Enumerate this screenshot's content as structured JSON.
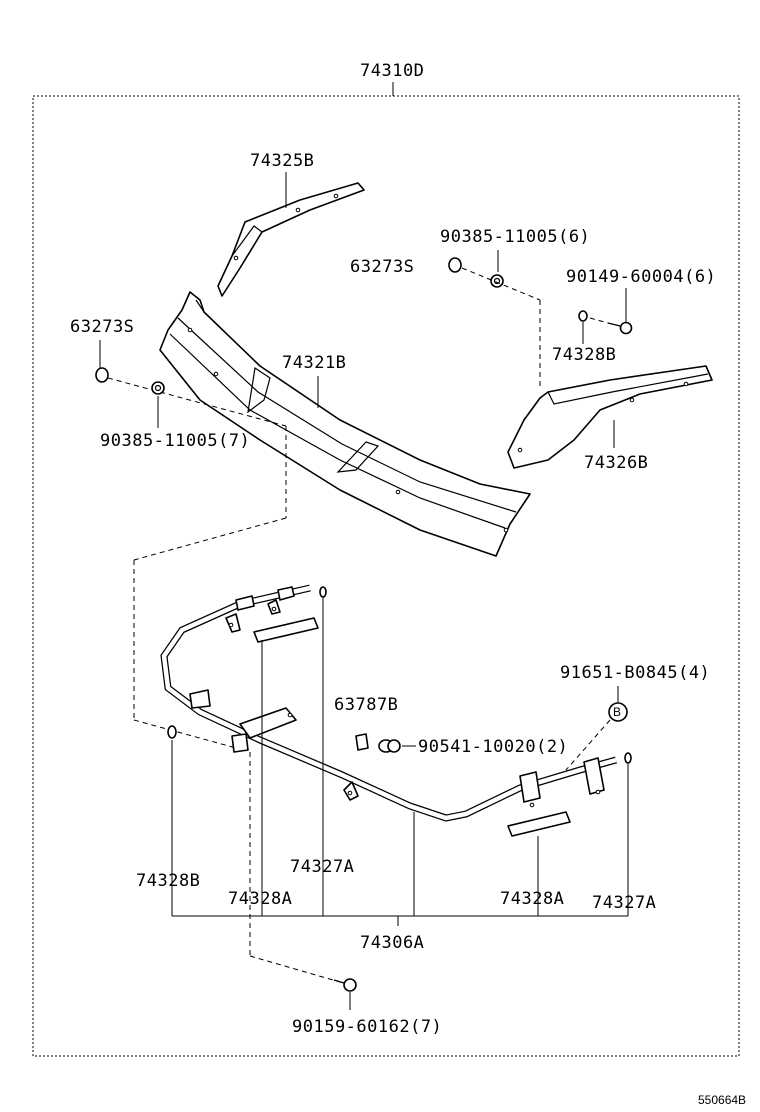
{
  "diagram": {
    "assembly_label": "74310D",
    "footer_code": "550664B",
    "callout_letter": "B",
    "labels": {
      "l_74325B": "74325B",
      "l_90385_6": "90385-11005(6)",
      "l_63273S_right": "63273S",
      "l_90149": "90149-60004(6)",
      "l_63273S_left": "63273S",
      "l_74321B": "74321B",
      "l_74328B_top": "74328B",
      "l_90385_7": "90385-11005(7)",
      "l_74326B": "74326B",
      "l_91651": "91651-B0845(4)",
      "l_63787B": "63787B",
      "l_90541": "90541-10020(2)",
      "l_74327A_mid": "74327A",
      "l_74328B_bottom": "74328B",
      "l_74328A_left": "74328A",
      "l_74328A_right": "74328A",
      "l_74327A_right": "74327A",
      "l_74306A": "74306A",
      "l_90159": "90159-60162(7)"
    }
  }
}
